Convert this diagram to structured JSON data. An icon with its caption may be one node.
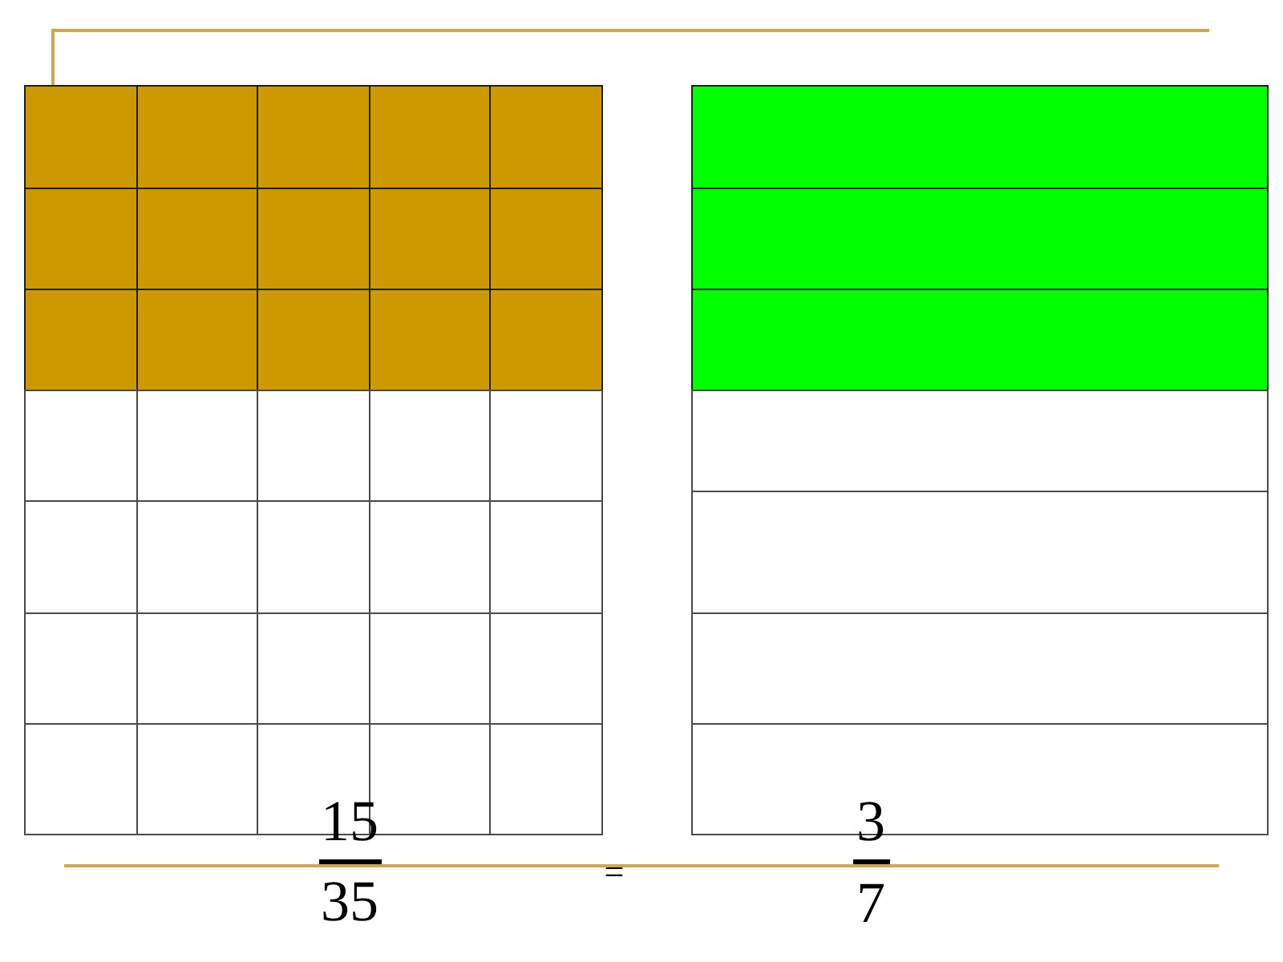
{
  "diagram": {
    "labels": [
      "15",
      "35",
      "=",
      "3",
      "7"
    ]
  }
}
